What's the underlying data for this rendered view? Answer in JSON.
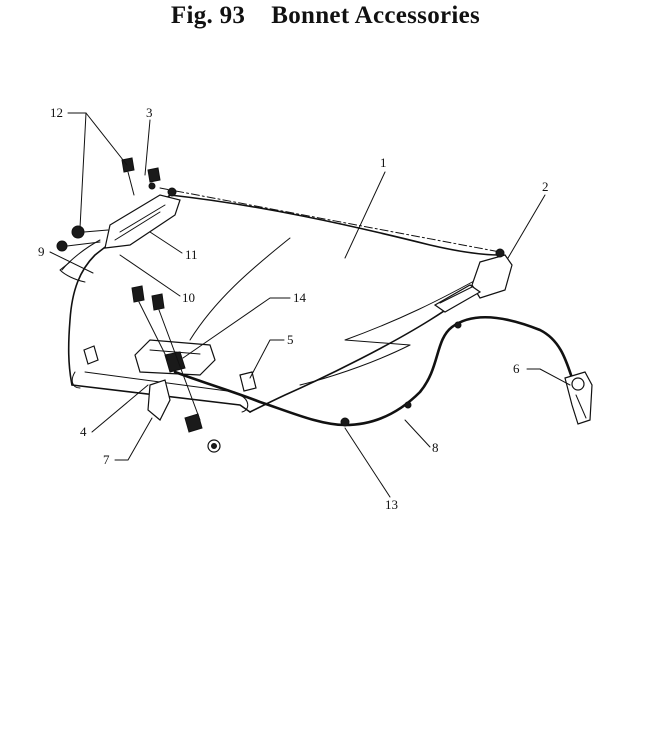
{
  "figure": {
    "number": "Fig. 93",
    "title": "Bonnet Accessories"
  },
  "callouts": [
    {
      "id": "c1",
      "label": "1"
    },
    {
      "id": "c2",
      "label": "2"
    },
    {
      "id": "c3",
      "label": "3"
    },
    {
      "id": "c4",
      "label": "4"
    },
    {
      "id": "c5",
      "label": "5"
    },
    {
      "id": "c6",
      "label": "6"
    },
    {
      "id": "c7",
      "label": "7"
    },
    {
      "id": "c8",
      "label": "8"
    },
    {
      "id": "c9",
      "label": "9"
    },
    {
      "id": "c10",
      "label": "10"
    },
    {
      "id": "c11",
      "label": "11"
    },
    {
      "id": "c12",
      "label": "12"
    },
    {
      "id": "c13",
      "label": "13"
    },
    {
      "id": "c14",
      "label": "14"
    }
  ]
}
